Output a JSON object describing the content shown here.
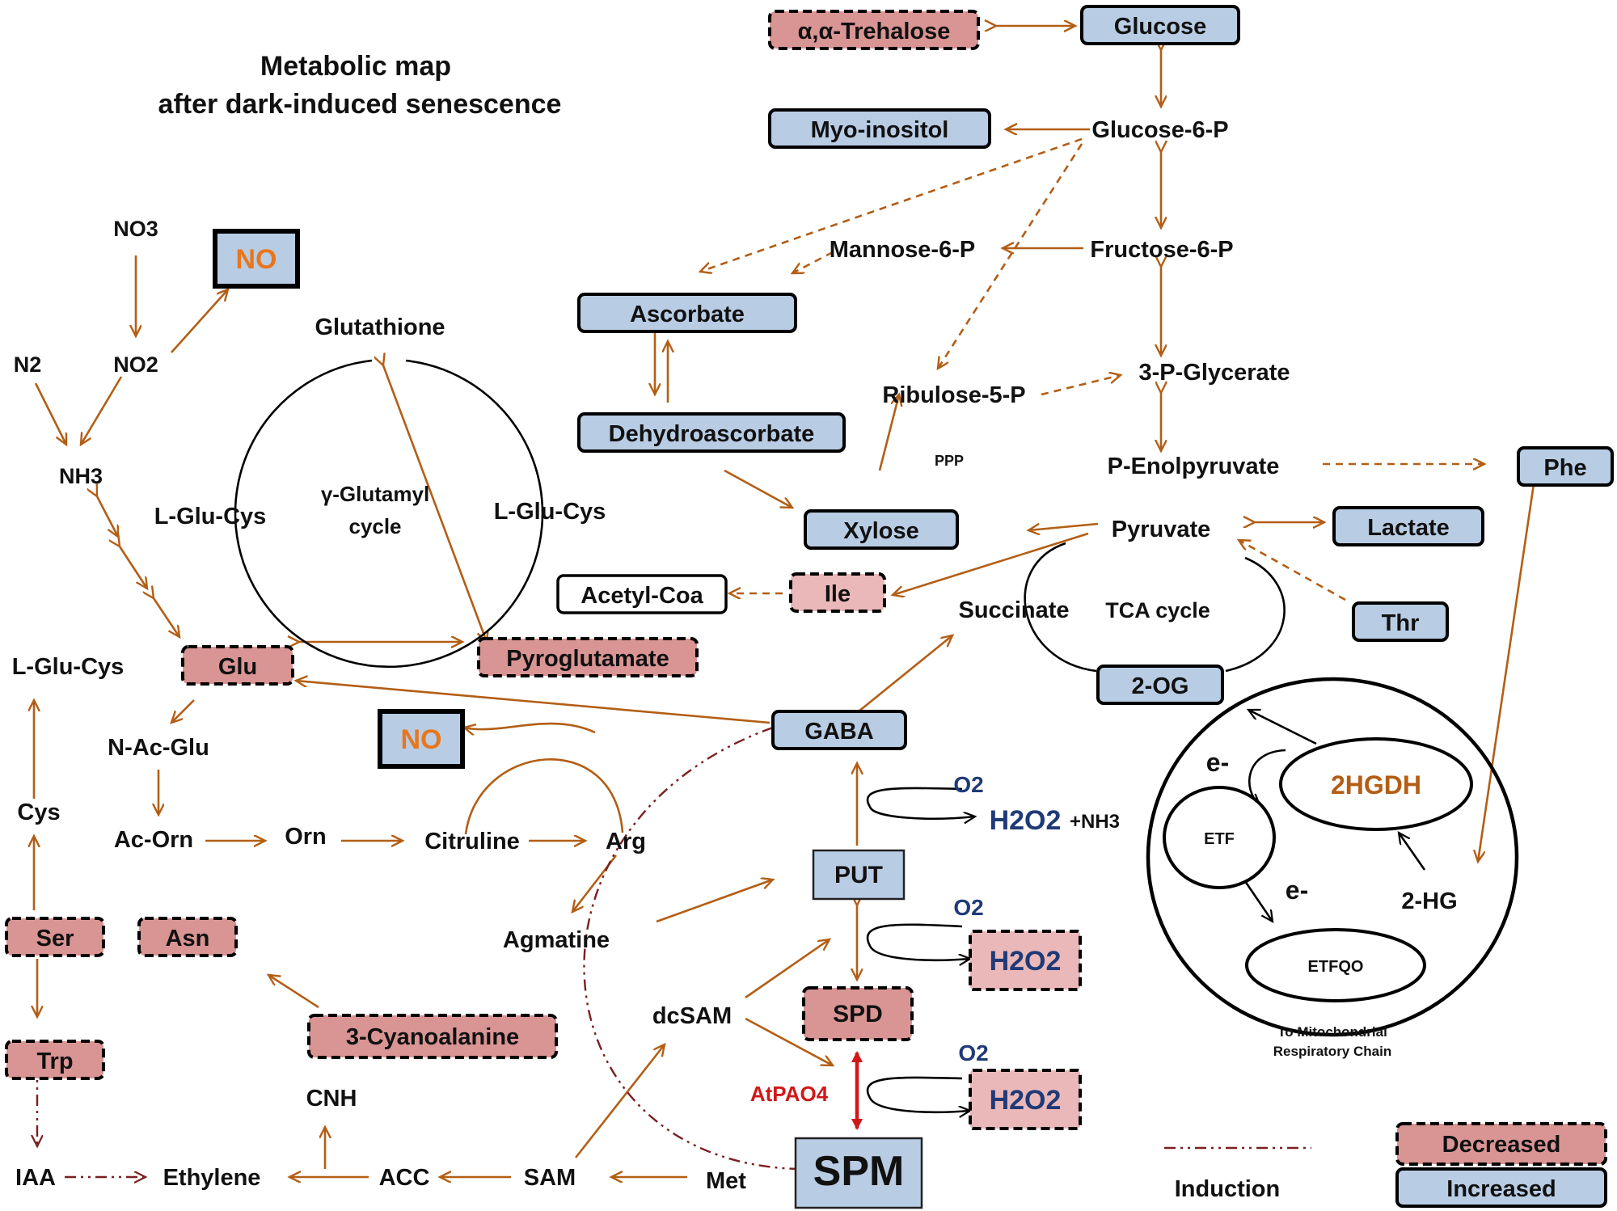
{
  "title": {
    "line1": "Metabolic map",
    "line2": "after dark-induced senescence"
  },
  "colors": {
    "increased": "#b8cce4",
    "decreased": "#d99494",
    "decreased_light": "#eab8b8",
    "arrow": "#b35e15",
    "no_text": "#e8761c",
    "h2o2_text": "#1f3a78",
    "atpao4": "#d01818",
    "2hgdh_text": "#b35e15",
    "induction": "#7a1f1f"
  },
  "nodes": {
    "trehalose": "α,α-Trehalose",
    "glucose": "Glucose",
    "myo_inositol": "Myo-inositol",
    "glucose6p": "Glucose-6-P",
    "mannose6p": "Mannose-6-P",
    "fructose6p": "Fructose-6-P",
    "ascorbate": "Ascorbate",
    "dehydroascorbate": "Dehydroascorbate",
    "ribulose5p": "Ribulose-5-P",
    "glycerate3p": "3-P-Glycerate",
    "ppp": "PPP",
    "penolpyruvate": "P-Enolpyruvate",
    "phe": "Phe",
    "xylose": "Xylose",
    "pyruvate": "Pyruvate",
    "lactate": "Lactate",
    "acetylcoa": "Acetyl-Coa",
    "ile": "Ile",
    "succinate": "Succinate",
    "tca": "TCA cycle",
    "thr": "Thr",
    "og2": "2-OG",
    "no3": "NO3",
    "no_top": "NO",
    "no2": "NO2",
    "n2": "N2",
    "nh3": "NH3",
    "glutathione": "Glutathione",
    "lglucys_left": "L-Glu-Cys",
    "lglucys_right": "L-Glu-Cys",
    "gamma_cycle_1": "γ-Glutamyl",
    "gamma_cycle_2": "cycle",
    "lglucys_far": "L-Glu-Cys",
    "glu": "Glu",
    "pyroglutamate": "Pyroglutamate",
    "gaba": "GABA",
    "nacglu": "N-Ac-Glu",
    "no_mid": "NO",
    "cys": "Cys",
    "acorn": "Ac-Orn",
    "orn": "Orn",
    "citruline": "Citruline",
    "arg": "Arg",
    "put": "PUT",
    "o2_1": "O2",
    "h2o2_1": "H2O2",
    "nh3_plus": "+NH3",
    "ser": "Ser",
    "asn": "Asn",
    "agmatine": "Agmatine",
    "o2_2": "O2",
    "h2o2_2": "H2O2",
    "spd": "SPD",
    "dcsam": "dcSAM",
    "trp": "Trp",
    "cyanoalanine": "3-Cyanoalanine",
    "atpao4": "AtPAO4",
    "o2_3": "O2",
    "h2o2_3": "H2O2",
    "cnh": "CNH",
    "spm": "SPM",
    "iaa": "IAA",
    "ethylene": "Ethylene",
    "acc": "ACC",
    "sam": "SAM",
    "met": "Met",
    "e_minus_1": "e-",
    "hgdh": "2HGDH",
    "etf": "ETF",
    "e_minus_2": "e-",
    "hg2": "2-HG",
    "etfqo": "ETFQO",
    "mito_1": "To Mitochondrial",
    "mito_2": "Respiratory Chain"
  },
  "legend": {
    "induction": "Induction",
    "decreased": "Decreased",
    "increased": "Increased"
  }
}
